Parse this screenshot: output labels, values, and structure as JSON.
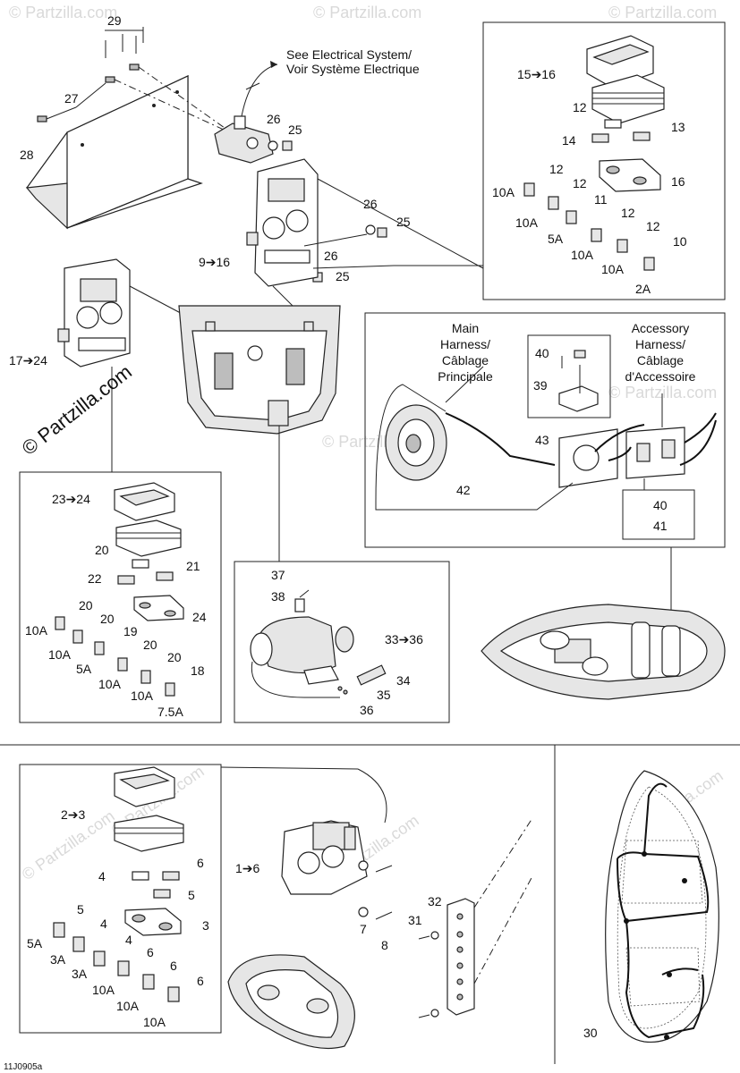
{
  "watermarks": {
    "main": "© Partzilla.com",
    "faint": "© Partzilla.com"
  },
  "notes": {
    "see_electrical": "See Electrical System/",
    "voir_systeme": "Voir Système Electrique",
    "main_harness_1": "Main",
    "main_harness_2": "Harness/",
    "main_harness_3": "Câblage",
    "main_harness_4": "Principale",
    "acc_harness_1": "Accessory",
    "acc_harness_2": "Harness/",
    "acc_harness_3": "Câblage",
    "acc_harness_4": "d'Accessoire"
  },
  "callouts": {
    "c29": "29",
    "c27": "27",
    "c28": "28",
    "c26a": "26",
    "c25a": "25",
    "c26b": "26",
    "c25b": "25",
    "c26c": "26",
    "c25c": "25",
    "c9_16": "9➔16",
    "c17_24": "17➔24",
    "c15_16": "15➔16",
    "c12a": "12",
    "c13": "13",
    "c14": "14",
    "c16": "16",
    "c12b": "12",
    "c10Aa": "10A",
    "c12c": "12",
    "c10Ab": "10A",
    "c11": "11",
    "c5Aa": "5A",
    "c12d": "12",
    "c10Ac": "10A",
    "c12e": "12",
    "c10Ad": "10A",
    "c10": "10",
    "c2A": "2A",
    "c40a": "40",
    "c39": "39",
    "c43": "43",
    "c42": "42",
    "c40b": "40",
    "c41": "41",
    "c23_24": "23➔24",
    "c20a": "20",
    "c22": "22",
    "c21": "21",
    "c20b": "20",
    "c10Ae": "10A",
    "c20c": "20",
    "c24": "24",
    "c10Af": "10A",
    "c19": "19",
    "c5Ab": "5A",
    "c20d": "20",
    "c10Ag": "10A",
    "c20e": "20",
    "c10Ah": "10A",
    "c18": "18",
    "c7_5A": "7.5A",
    "c37": "37",
    "c38": "38",
    "c33_36": "33➔36",
    "c34": "34",
    "c35": "35",
    "c36": "36",
    "c2_3": "2➔3",
    "c6a": "6",
    "c4a": "4",
    "c5a": "5",
    "c1_6": "1➔6",
    "c3": "3",
    "c5b": "5",
    "c4b": "4",
    "c5Ac": "5A",
    "c3Aa": "3A",
    "c4c": "4",
    "c3Ab": "3A",
    "c6b": "6",
    "c10Ai": "10A",
    "c6c": "6",
    "c10Aj": "10A",
    "c6d": "6",
    "c10Ak": "10A",
    "c7": "7",
    "c8": "8",
    "c31": "31",
    "c32": "32",
    "c30": "30"
  },
  "footer": {
    "code": "11J0905a"
  }
}
